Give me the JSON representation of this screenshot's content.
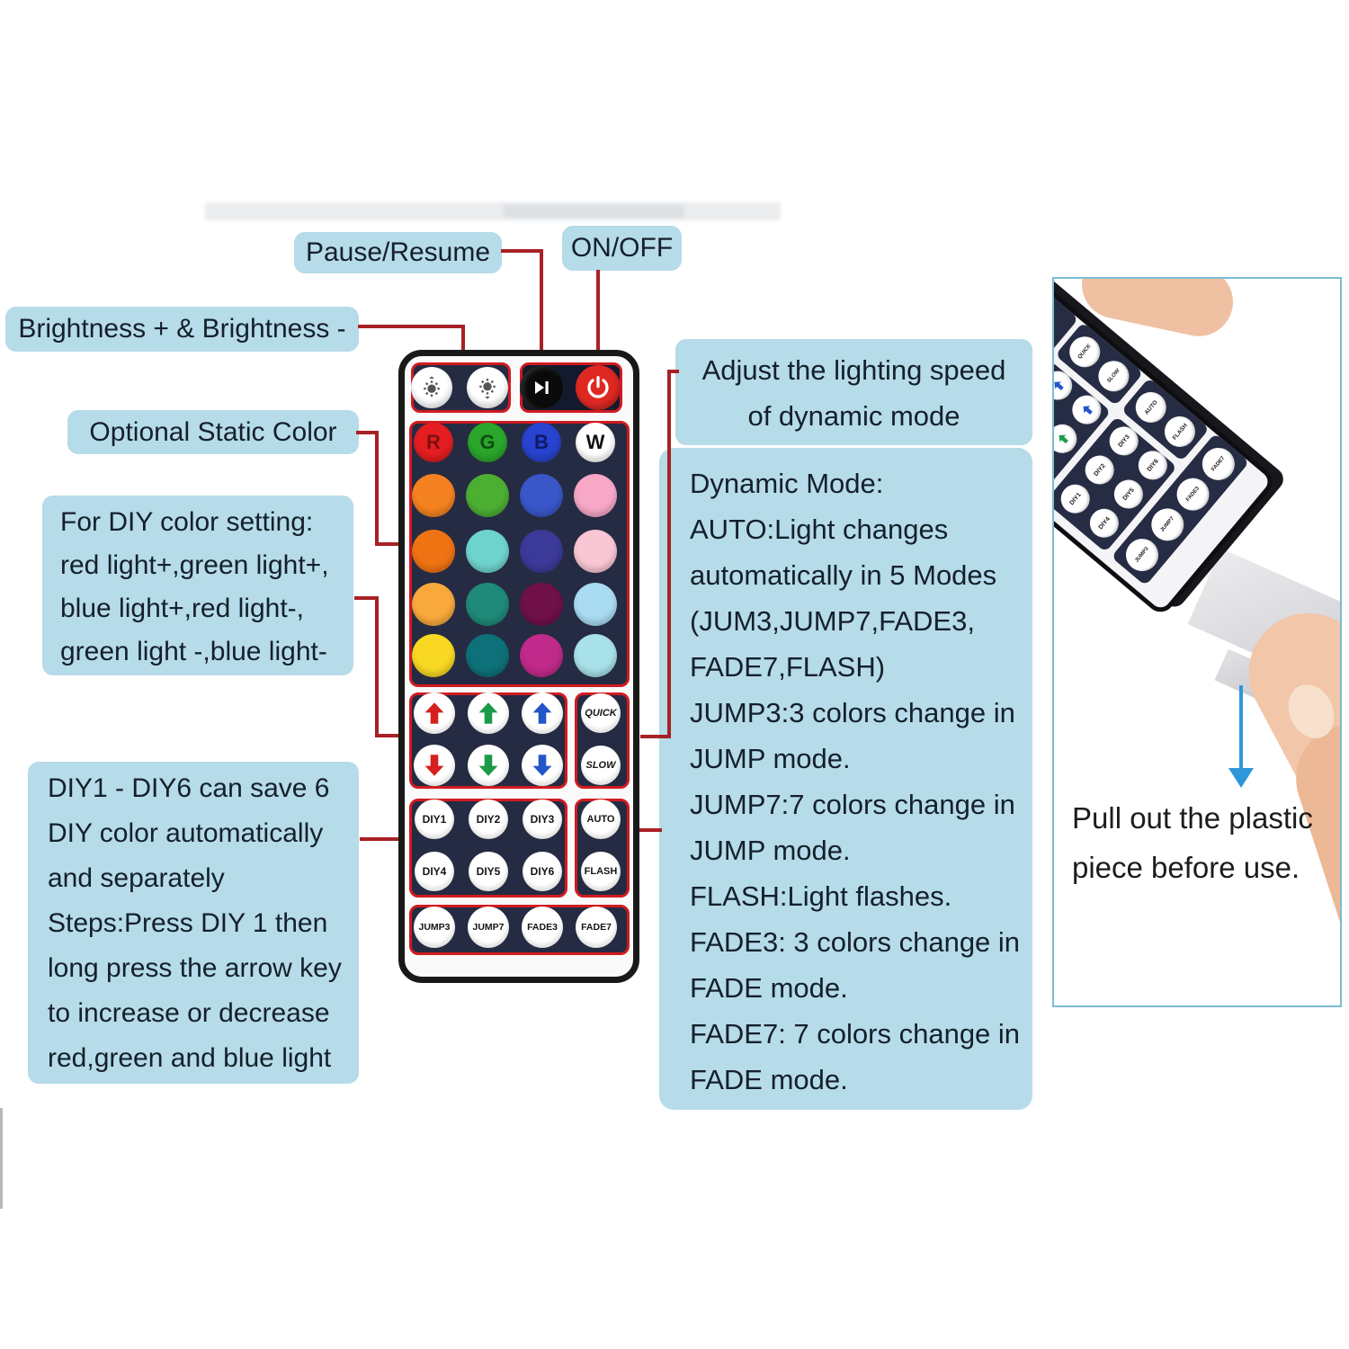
{
  "callouts": {
    "pause_resume": {
      "label": "Pause/Resume"
    },
    "on_off": {
      "label": "ON/OFF"
    },
    "brightness": {
      "label": "Brightness + & Brightness -"
    },
    "optional_static_color": {
      "label": "Optional Static Color"
    },
    "diy_color_setting": {
      "lines": [
        "For DIY color setting:",
        "red light+,green light+,",
        "blue light+,red light-,",
        "green light -,blue light-"
      ]
    },
    "diy_save": {
      "lines": [
        "DIY1 - DIY6 can save 6",
        "DIY color automatically",
        "and separately",
        "Steps:Press DIY 1 then",
        "long press the arrow key",
        "to increase or decrease",
        "red,green and blue light"
      ]
    },
    "adjust_speed": {
      "lines": [
        "Adjust the lighting speed",
        "of dynamic mode"
      ]
    },
    "dynamic_mode": {
      "lines": [
        "Dynamic Mode:",
        "AUTO:Light changes",
        "automatically in 5 Modes",
        "(JUM3,JUMP7,FADE3,",
        "FADE7,FLASH)",
        "JUMP3:3 colors change in",
        "JUMP mode.",
        "JUMP7:7 colors change in",
        "JUMP mode.",
        "FLASH:Light flashes.",
        "FADE3: 3 colors change in",
        "FADE mode.",
        "FADE7: 7 colors change in",
        "FADE mode."
      ]
    },
    "pull_out": {
      "lines": [
        "Pull out the plastic",
        "piece before use."
      ]
    }
  },
  "remote": {
    "static_row": [
      {
        "label": "R",
        "bg": "#e41e20",
        "fg": "#7e0f0f"
      },
      {
        "label": "G",
        "bg": "#2ba62b",
        "fg": "#0c4d12"
      },
      {
        "label": "B",
        "bg": "#2743cf",
        "fg": "#0e1a66"
      },
      {
        "label": "W",
        "bg": "#ffffff",
        "fg": "#111111"
      }
    ],
    "color_grid": [
      [
        "#f58220",
        "#4caf32",
        "#3a57c9",
        "#f7a8c6"
      ],
      [
        "#ef7312",
        "#6fd3cd",
        "#3b3a99",
        "#f9c6d5"
      ],
      [
        "#f9a93c",
        "#1f8a79",
        "#6f1049",
        "#a9dbf3"
      ],
      [
        "#f8d823",
        "#0e7179",
        "#c02a8a",
        "#a8e1e9"
      ]
    ],
    "arrow_colors": [
      "#d6201d",
      "#1d9a48",
      "#2356c8"
    ],
    "speed_buttons": [
      "QUICK",
      "SLOW"
    ],
    "diy_buttons": [
      "DIY1",
      "DIY2",
      "DIY3",
      "DIY4",
      "DIY5",
      "DIY6"
    ],
    "mode_buttons": [
      "AUTO",
      "FLASH"
    ],
    "bottom_buttons": [
      "JUMP3",
      "JUMP7",
      "FADE3",
      "FADE7"
    ],
    "icons": {
      "brightness_up": "brightness-up-icon",
      "brightness_down": "brightness-down-icon",
      "pause_resume": "play-pause-icon",
      "power": "power-icon"
    }
  },
  "photo": {
    "caption_lines": [
      "Pull out the plastic",
      "piece before use."
    ],
    "arrow_icon": "down-arrow-icon"
  },
  "colors": {
    "callout_bg": "#b6dbe9",
    "callout_text": "#14202b",
    "connector_red": "#a82125",
    "key_outline_red": "#d01b20",
    "panel_navy": "#252b42",
    "power_panel": "#131a2d",
    "power_button_red": "#e02823",
    "photo_border": "#7abdd3",
    "pull_arrow_blue": "#2f97d8"
  }
}
